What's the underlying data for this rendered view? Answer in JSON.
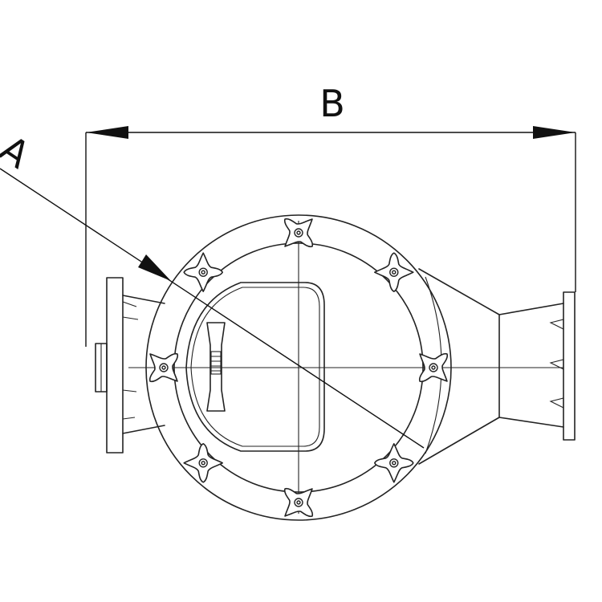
{
  "diagram": {
    "labels": {
      "diameter": "A",
      "length": "B"
    },
    "bolt_count": 8
  }
}
